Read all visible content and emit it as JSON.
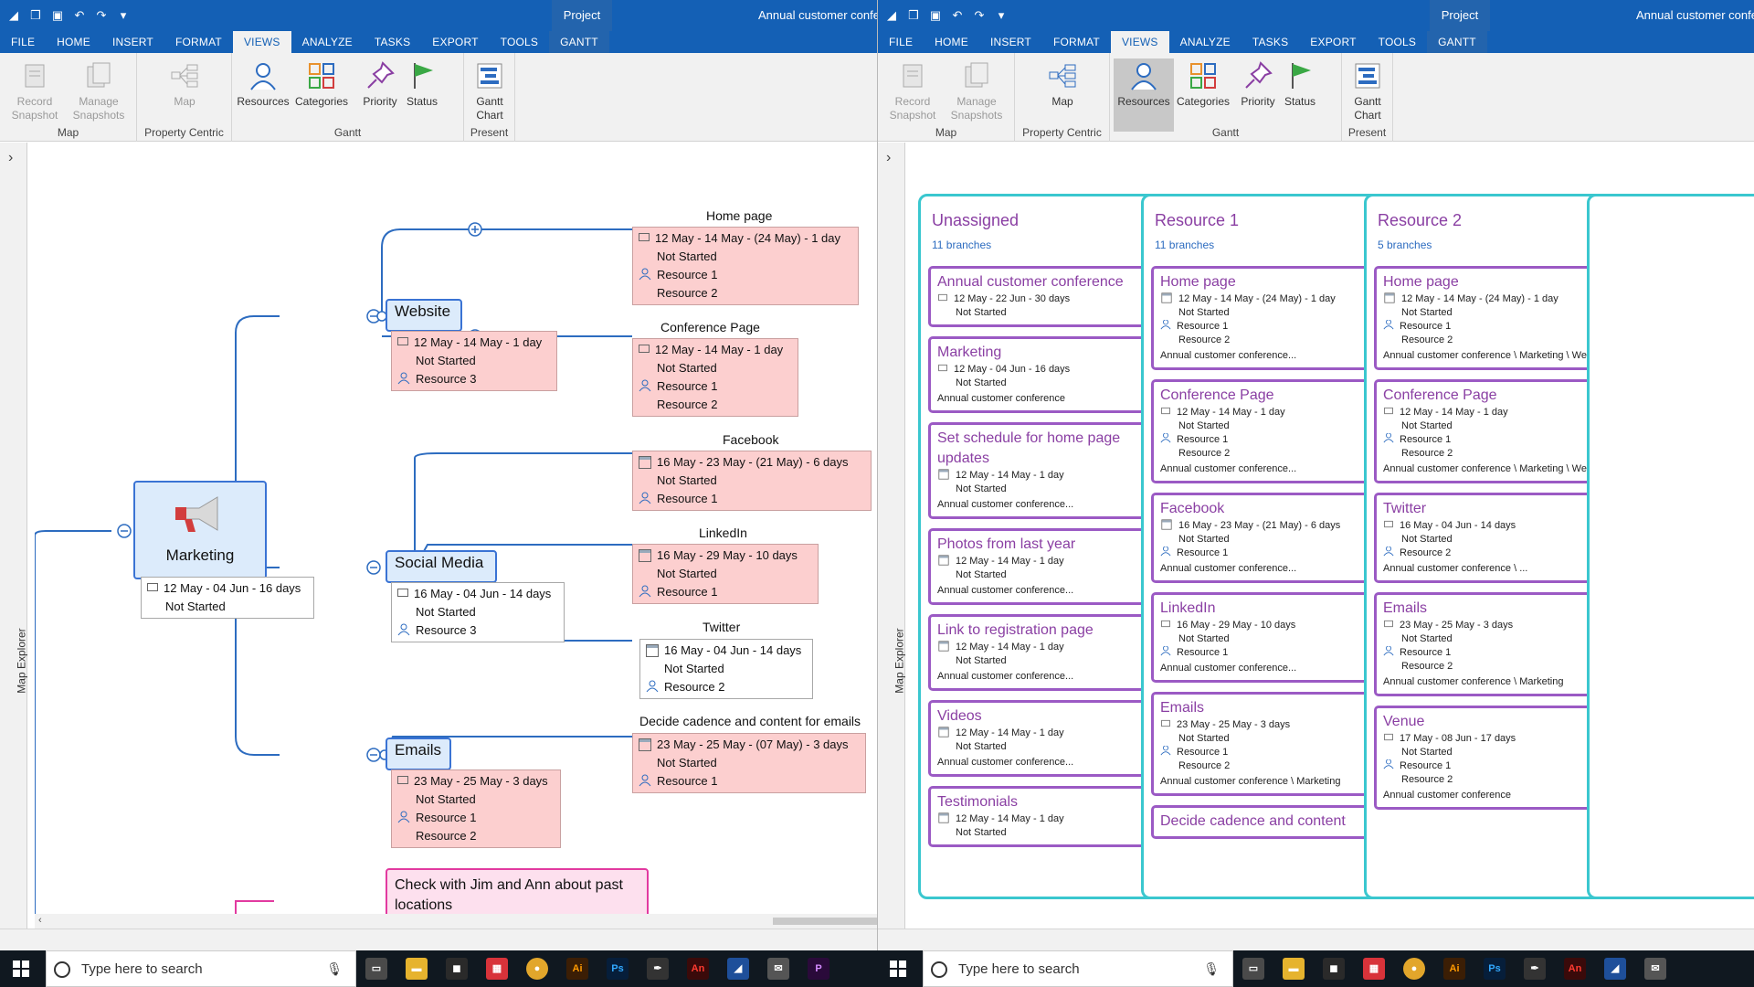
{
  "left": {
    "qat_title": "Project",
    "window_title": "Annual customer confer",
    "tabs": [
      "FILE",
      "HOME",
      "INSERT",
      "FORMAT",
      "VIEWS",
      "ANALYZE",
      "TASKS",
      "EXPORT",
      "TOOLS",
      "GANTT"
    ],
    "active_tab": "VIEWS",
    "ribbon": {
      "record_snapshot": "Record Snapshot",
      "manage_snapshots": "Manage Snapshots",
      "map": "Map",
      "resources": "Resources",
      "categories": "Categories",
      "priority": "Priority",
      "status": "Status",
      "gantt_chart": "Gantt Chart",
      "group_map": "Map",
      "group_property": "Property Centric",
      "group_gantt": "Gantt",
      "group_present": "Present"
    },
    "explorer_label": "Map Explorer",
    "map": {
      "root": {
        "label": "Marketing",
        "date": "12 May - 04 Jun - 16 days",
        "status": "Not Started"
      },
      "website": {
        "label": "Website",
        "date": "12 May - 14 May - 1 day",
        "status": "Not Started",
        "resource": "Resource 3"
      },
      "homepage": {
        "label": "Home page",
        "date": "12 May - 14 May - (24 May) - 1 day",
        "status": "Not Started",
        "r1": "Resource 1",
        "r2": "Resource 2"
      },
      "confpage": {
        "label": "Conference Page",
        "date": "12 May - 14 May - 1 day",
        "status": "Not Started",
        "r1": "Resource 1",
        "r2": "Resource 2"
      },
      "social": {
        "label": "Social Media",
        "date": "16 May - 04 Jun - 14 days",
        "status": "Not Started",
        "resource": "Resource 3"
      },
      "facebook": {
        "label": "Facebook",
        "date": "16 May - 23 May - (21 May) - 6 days",
        "status": "Not Started",
        "resource": "Resource 1"
      },
      "linkedin": {
        "label": "LinkedIn",
        "date": "16 May - 29 May - 10 days",
        "status": "Not Started",
        "resource": "Resource 1"
      },
      "twitter": {
        "label": "Twitter",
        "date": "16 May - 04 Jun - 14 days",
        "status": "Not Started",
        "resource": "Resource 2"
      },
      "emails": {
        "label": "Emails",
        "date": "23 May - 25 May - 3 days",
        "status": "Not Started",
        "r1": "Resource 1",
        "r2": "Resource 2"
      },
      "cadence": {
        "label": "Decide cadence and content for emails",
        "date": "23 May - 25 May - (07 May) - 3 days",
        "status": "Not Started",
        "resource": "Resource 1"
      },
      "jim": {
        "label": "Check with Jim and Ann about past locations"
      }
    }
  },
  "right": {
    "qat_title": "Project",
    "window_title": "Annual customer confer",
    "tabs": [
      "FILE",
      "HOME",
      "INSERT",
      "FORMAT",
      "VIEWS",
      "ANALYZE",
      "TASKS",
      "EXPORT",
      "TOOLS",
      "GANTT"
    ],
    "active_tab": "VIEWS",
    "ribbon": {
      "record_snapshot": "Record Snapshot",
      "manage_snapshots": "Manage Snapshots",
      "map": "Map",
      "resources": "Resources",
      "categories": "Categories",
      "priority": "Priority",
      "status": "Status",
      "gantt_chart": "Gantt Chart",
      "group_map": "Map",
      "group_property": "Property Centric",
      "group_gantt": "Gantt",
      "group_present": "Present"
    },
    "explorer_label": "Map Explorer",
    "columns": [
      {
        "title": "Unassigned",
        "sub": "11 branches",
        "cards": [
          {
            "title": "Annual customer conference",
            "date": "12 May - 22 Jun - 30 days",
            "status": "Not Started",
            "resources": [],
            "path": ""
          },
          {
            "title": "Marketing",
            "date": "12 May - 04 Jun - 16 days",
            "status": "Not Started",
            "resources": [],
            "path": "Annual customer conference"
          },
          {
            "title": "Set schedule for home page updates",
            "date": "12 May - 14 May - 1 day",
            "status": "Not Started",
            "resources": [],
            "path": "Annual customer conference..."
          },
          {
            "title": "Photos from last year",
            "date": "12 May - 14 May - 1 day",
            "status": "Not Started",
            "resources": [],
            "path": "Annual customer conference..."
          },
          {
            "title": "Link to registration page",
            "date": "12 May - 14 May - 1 day",
            "status": "Not Started",
            "resources": [],
            "path": "Annual customer conference..."
          },
          {
            "title": "Videos",
            "date": "12 May - 14 May - 1 day",
            "status": "Not Started",
            "resources": [],
            "path": "Annual customer conference..."
          },
          {
            "title": "Testimonials",
            "date": "12 May - 14 May - 1 day",
            "status": "Not Started",
            "resources": [],
            "path": ""
          }
        ]
      },
      {
        "title": "Resource 1",
        "sub": "11 branches",
        "cards": [
          {
            "title": "Home page",
            "date": "12 May - 14 May - (24 May) - 1 day",
            "status": "Not Started",
            "resources": [
              "Resource 1",
              "Resource 2"
            ],
            "path": "Annual customer conference..."
          },
          {
            "title": "Conference Page",
            "date": "12 May - 14 May - 1 day",
            "status": "Not Started",
            "resources": [
              "Resource 1",
              "Resource 2"
            ],
            "path": "Annual customer conference..."
          },
          {
            "title": "Facebook",
            "date": "16 May - 23 May - (21 May) - 6 days",
            "status": "Not Started",
            "resources": [
              "Resource 1"
            ],
            "path": "Annual customer conference..."
          },
          {
            "title": "LinkedIn",
            "date": "16 May - 29 May - 10 days",
            "status": "Not Started",
            "resources": [
              "Resource 1"
            ],
            "path": "Annual customer conference..."
          },
          {
            "title": "Emails",
            "date": "23 May - 25 May - 3 days",
            "status": "Not Started",
            "resources": [
              "Resource 1",
              "Resource 2"
            ],
            "path": "Annual customer conference \\ Marketing"
          },
          {
            "title": "Decide cadence and content",
            "date": "",
            "status": "",
            "resources": [],
            "path": ""
          }
        ]
      },
      {
        "title": "Resource 2",
        "sub": "5 branches",
        "cards": [
          {
            "title": "Home page",
            "date": "12 May - 14 May - (24 May) - 1 day",
            "status": "Not Started",
            "resources": [
              "Resource 1",
              "Resource 2"
            ],
            "path": "Annual customer conference \\ Marketing \\ Website"
          },
          {
            "title": "Conference Page",
            "date": "12 May - 14 May - 1 day",
            "status": "Not Started",
            "resources": [
              "Resource 1",
              "Resource 2"
            ],
            "path": "Annual customer conference \\ Marketing \\ Website"
          },
          {
            "title": "Twitter",
            "date": "16 May - 04 Jun - 14 days",
            "status": "Not Started",
            "resources": [
              "Resource 2"
            ],
            "path": "Annual customer conference \\ ..."
          },
          {
            "title": "Emails",
            "date": "23 May - 25 May - 3 days",
            "status": "Not Started",
            "resources": [
              "Resource 1",
              "Resource 2"
            ],
            "path": "Annual customer conference \\ Marketing"
          },
          {
            "title": "Venue",
            "date": "17 May - 08 Jun - 17 days",
            "status": "Not Started",
            "resources": [
              "Resource 1",
              "Resource 2"
            ],
            "path": "Annual customer conference"
          }
        ]
      }
    ]
  },
  "taskbar": {
    "search_placeholder": "Type here to search",
    "apps": [
      "file-explorer",
      "store",
      "office",
      "chrome",
      "illustrator",
      "photoshop",
      "inkscape",
      "acrobat",
      "mindmanager",
      "mail",
      "premiere"
    ]
  },
  "colors": {
    "ribbon_blue": "#1460b5",
    "node_border": "#3a73d4",
    "pink_box": "#fccfcf",
    "card_border": "#9b5ac4",
    "column_border": "#3ac7cf"
  }
}
